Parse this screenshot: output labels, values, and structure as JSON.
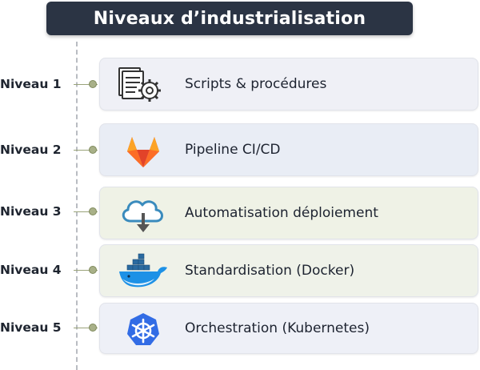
{
  "title": "Niveaux d’industrialisation",
  "levels": [
    {
      "label": "Niveau 1",
      "text": "Scripts & procédures",
      "icon": "document-gear-icon"
    },
    {
      "label": "Niveau 2",
      "text": "Pipeline CI/CD",
      "icon": "gitlab-fox-icon"
    },
    {
      "label": "Niveau 3",
      "text": "Automatisation déploiement",
      "icon": "cloud-download-icon"
    },
    {
      "label": "Niveau 4",
      "text": "Standardisation (Docker)",
      "icon": "docker-whale-icon"
    },
    {
      "label": "Niveau 5",
      "text": "Orchestration (Kubernetes)",
      "icon": "kubernetes-wheel-icon"
    }
  ],
  "colors": {
    "title_bg": "#2b3444",
    "card_blue": "#eff0f6",
    "card_green": "#eff2e6",
    "timeline_dot": "#a8b088",
    "gitlab_orange": "#fc6d26",
    "docker_blue": "#1d91e6",
    "kubernetes_blue": "#326ce5"
  }
}
